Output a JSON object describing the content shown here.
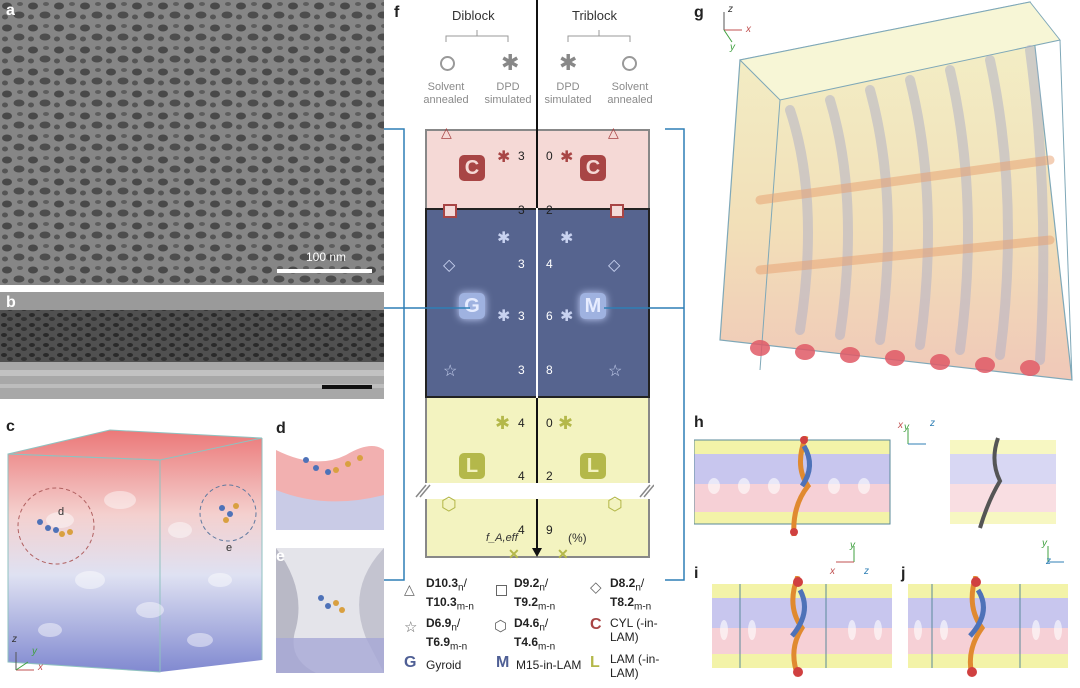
{
  "panels": {
    "a": "a",
    "b": "b",
    "c": "c",
    "d": "d",
    "e": "e",
    "f": "f",
    "g": "g",
    "h": "h",
    "i": "i",
    "j": "j"
  },
  "scalebar_a": "100 nm",
  "insets_c": {
    "d": "d",
    "e": "e"
  },
  "phase_diagram": {
    "diblock": "Diblock",
    "triblock": "Triblock",
    "solvent_annealed": "Solvent annealed",
    "dpd_simulated": "DPD simulated",
    "axis_ticks": [
      "3",
      "0",
      "3",
      "2",
      "3",
      "4",
      "3",
      "6",
      "3",
      "8",
      "4",
      "0",
      "4",
      "2",
      "4",
      "9"
    ],
    "axis_label": "f_A,eff",
    "axis_unit": "(%)",
    "phase_letters": {
      "C": "C",
      "G": "G",
      "M": "M",
      "L": "L"
    }
  },
  "legend": {
    "items": [
      {
        "symbol": "triangle-icon",
        "line1": "D10.3",
        "sub1": "n",
        "line2": "T10.3",
        "sub2": "m-n"
      },
      {
        "symbol": "square-icon",
        "line1": "D9.2",
        "sub1": "n",
        "line2": "T9.2",
        "sub2": "m-n"
      },
      {
        "symbol": "diamond-icon",
        "line1": "D8.2",
        "sub1": "n",
        "line2": "T8.2",
        "sub2": "m-n"
      },
      {
        "symbol": "star-icon",
        "line1": "D6.9",
        "sub1": "n",
        "line2": "T6.9",
        "sub2": "m-n"
      },
      {
        "symbol": "hexagon-icon",
        "line1": "D4.6",
        "sub1": "n",
        "line2": "T4.6",
        "sub2": "m-n"
      }
    ],
    "phases": [
      {
        "letter": "C",
        "text": "CYL (-in-LAM)",
        "color": "#a84545"
      },
      {
        "letter": "G",
        "text": "Gyroid",
        "color": "#4f5f95"
      },
      {
        "letter": "M",
        "text": "M15-in-LAM",
        "color": "#4f5f95"
      },
      {
        "letter": "L",
        "text": "LAM (-in-LAM)",
        "color": "#b4b84a"
      }
    ]
  },
  "axes_labels": {
    "x": "x",
    "y": "y",
    "z": "z"
  },
  "colors": {
    "cyl_bg": "#f5d9d6",
    "gyroid_bg": "#56648f",
    "lam_bg": "#f3f3c0",
    "cyl": "#a84545",
    "gyroid": "#9fb2e0",
    "lam": "#b4b84a",
    "axis_blue": "#2f7fb5"
  }
}
